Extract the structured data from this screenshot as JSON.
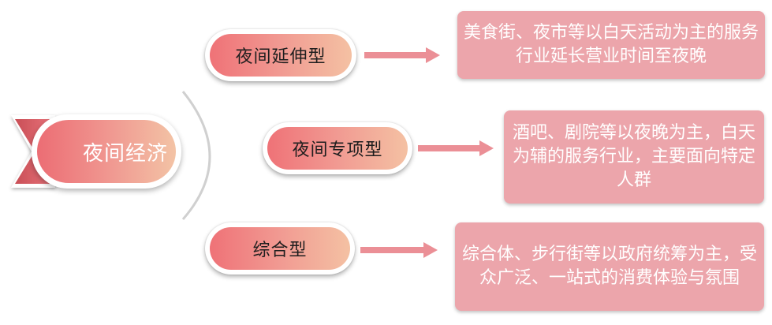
{
  "root": {
    "label": "夜间经济"
  },
  "branches": [
    {
      "label": "夜间延伸型",
      "description": "美食街、夜市等以白天活动为主的服务行业延长营业时间至夜晚"
    },
    {
      "label": "夜间专项型",
      "description": "酒吧、剧院等以夜晚为主，白天为辅的服务行业，主要面向特定人群"
    },
    {
      "label": "综合型",
      "description": "综合体、步行街等以政府统筹为主，受众广泛、一站式的消费体验与氛围"
    }
  ],
  "colors": {
    "pill_gradient_start": "#ef7277",
    "pill_gradient_end": "#f4c1a3",
    "description_box": "#eca5ab",
    "arrow": "#eb8f96",
    "bracket": "#d0d0d0"
  }
}
